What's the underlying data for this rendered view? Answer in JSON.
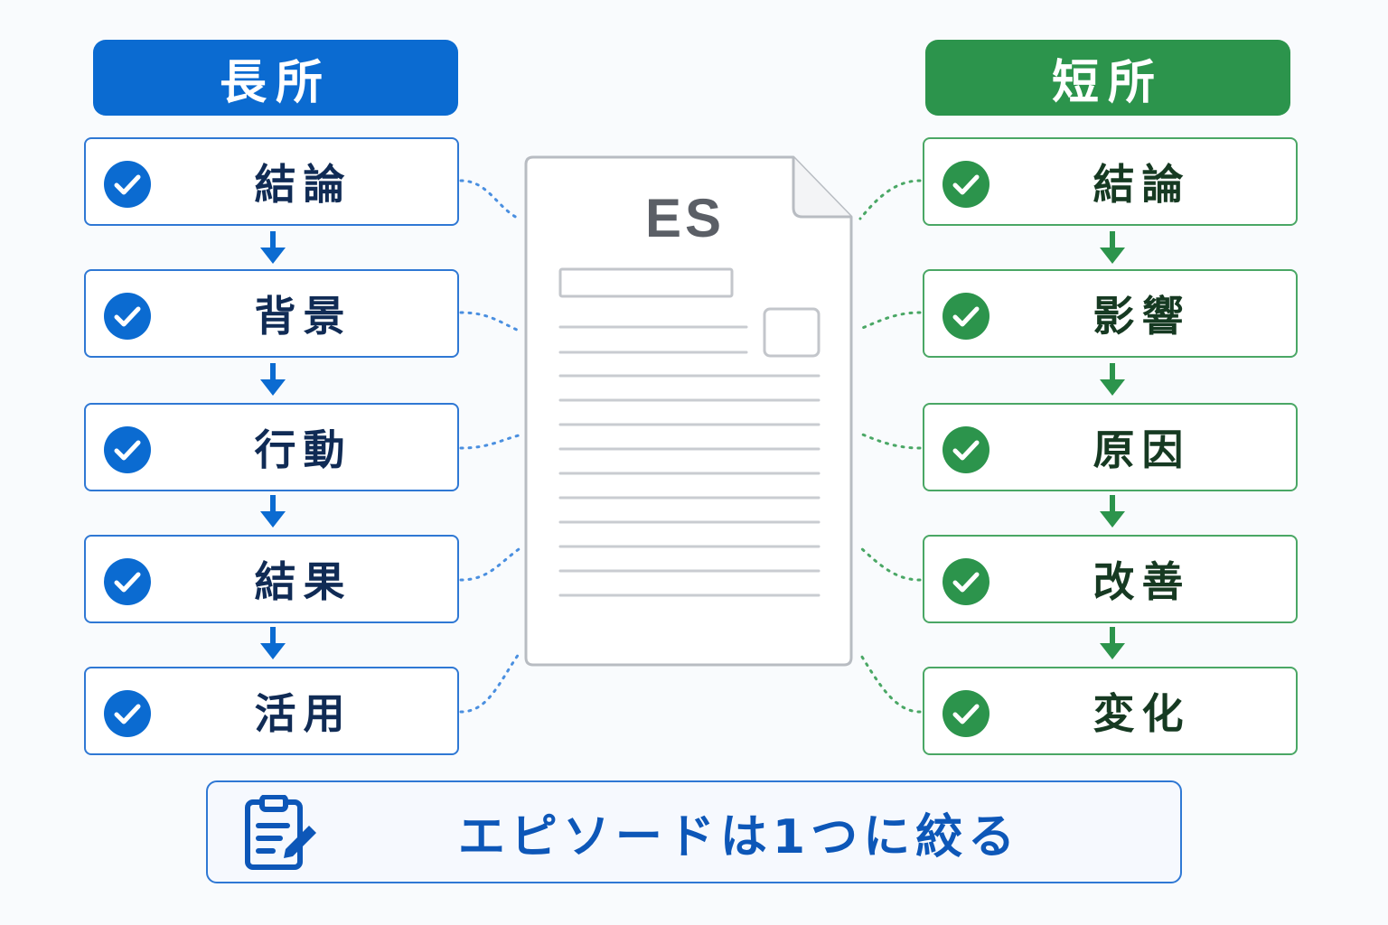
{
  "colors": {
    "strengths_accent": "#0b6bd1",
    "weaknesses_accent": "#2c944c",
    "doc_stroke": "#b8bcc2"
  },
  "strengths": {
    "title": "長所",
    "steps": [
      "結論",
      "背景",
      "行動",
      "結果",
      "活用"
    ]
  },
  "weaknesses": {
    "title": "短所",
    "steps": [
      "結論",
      "影響",
      "原因",
      "改善",
      "変化"
    ]
  },
  "document": {
    "label": "ES"
  },
  "footer": {
    "icon": "clipboard-pen-icon",
    "text": "エピソードは1つに絞る"
  }
}
